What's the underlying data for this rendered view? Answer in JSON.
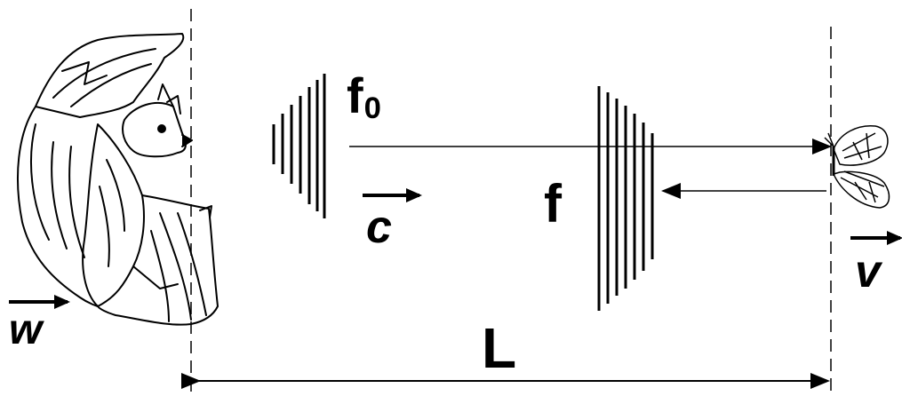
{
  "diagram": {
    "labels": {
      "f0_main": "f",
      "f0_sub": "0",
      "f": "f",
      "c": "c",
      "w": "w",
      "v": "v",
      "L": "L"
    },
    "figures": {
      "left": "bat",
      "right": "butterfly"
    },
    "colors": {
      "ink": "#000000",
      "background": "#ffffff"
    }
  }
}
